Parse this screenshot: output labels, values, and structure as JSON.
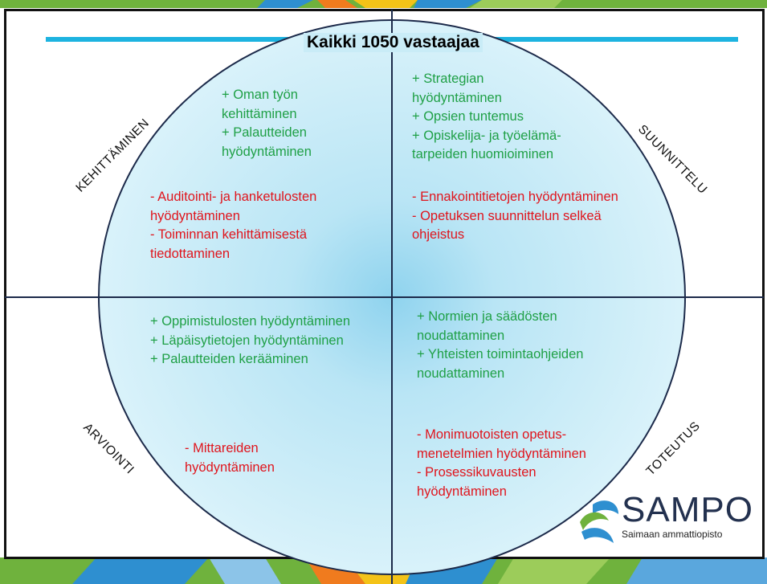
{
  "title": "Kaikki 1050 vastaajaa",
  "axes": {
    "top_left": "KEHITTÄMINEN",
    "top_right": "SUUNNITTELU",
    "bottom_left": "ARVIOINTI",
    "bottom_right": "TOTEUTUS"
  },
  "quadrants": {
    "top_left": {
      "positives": "+ Oman työn\nkehittäminen\n+ Palautteiden\nhyödyntäminen",
      "negatives": "- Auditointi- ja hanketulosten\nhyödyntäminen\n- Toiminnan kehittämisestä\ntiedottaminen"
    },
    "top_right": {
      "positives": "+ Strategian\nhyödyntäminen\n+ Opsien tuntemus\n+ Opiskelija- ja työelämä-\ntarpeiden huomioiminen",
      "negatives": "- Ennakointitietojen hyödyntäminen\n- Opetuksen suunnittelun selkeä\nohjeistus"
    },
    "bottom_left": {
      "positives": "+ Oppimistulosten hyödyntäminen\n+ Läpäisytietojen hyödyntäminen\n+ Palautteiden kerääminen",
      "negatives": "- Mittareiden\nhyödyntäminen"
    },
    "bottom_right": {
      "positives": "+ Normien ja säädösten\nnoudattaminen\n+ Yhteisten toimintaohjeiden\nnoudattaminen",
      "negatives": "- Monimuotoisten opetus-\nmenetelmien hyödyntäminen\n- Prosessikuvausten\nhyödyntäminen"
    }
  },
  "logo": {
    "wordmark": "SAMPO",
    "subtitle": "Saimaan ammattiopisto"
  },
  "colors": {
    "positive": "#1fa046",
    "negative": "#e0141c",
    "circle_fill": "#c9ecf7",
    "circle_center": "#8fd3ee",
    "header_line": "#1db3e0",
    "banner_green": "#6fb23d",
    "banner_blue": "#2e8fd0",
    "banner_orange": "#f07b1e",
    "banner_yellow": "#f4c318"
  }
}
